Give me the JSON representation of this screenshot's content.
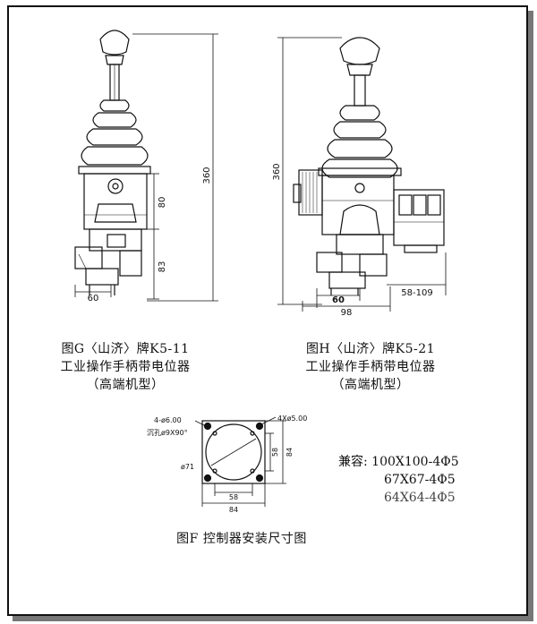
{
  "figure_g": {
    "title": "图G〈山济〉牌K5-11",
    "subtitle": "工业操作手柄带电位器",
    "note": "（高端机型）",
    "dims": {
      "height": "360",
      "upper": "80",
      "lower": "83",
      "width": "60"
    }
  },
  "figure_h": {
    "title": "图H〈山济〉牌K5-21",
    "subtitle": "工业操作手柄带电位器",
    "note": "（高端机型）",
    "dims": {
      "height": "360",
      "width_a": "60",
      "width_b": "98",
      "side": "58-109"
    }
  },
  "figure_f": {
    "title": "图F 控制器安装尺寸图",
    "dims": {
      "holes_a": "4-ø6.00",
      "countersink": "沉孔ø9X90°",
      "holes_b": "4Xø5.00",
      "dia": "ø71",
      "inner_v": "58",
      "outer_v": "84",
      "inner_h": "58",
      "outer_h": "84"
    }
  },
  "compat": {
    "label": "兼容:",
    "items": [
      "100X100-4Φ5",
      "67X67-4Φ5",
      "64X64-4Φ5"
    ]
  }
}
